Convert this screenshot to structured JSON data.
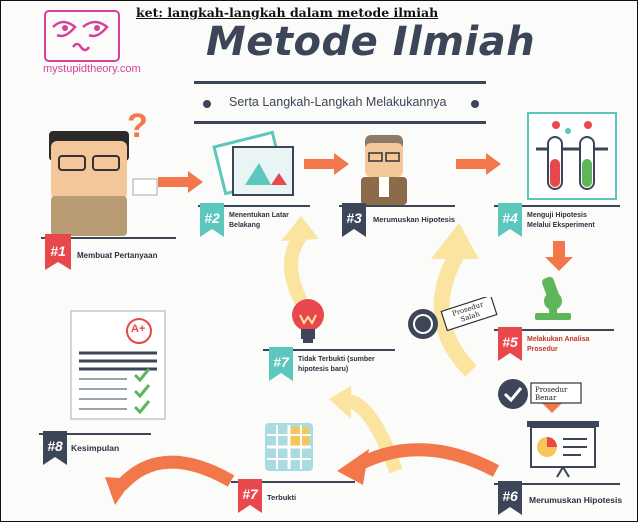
{
  "caption": "ket: langkah-langkah dalam metode ilmiah",
  "logo": {
    "text": "mystupidtheory.com",
    "color": "#d7419a"
  },
  "title": "Metode Ilmiah",
  "subtitle": "Serta Langkah-Langkah Melakukannya",
  "colors": {
    "red": "#e8474b",
    "teal": "#5bc7bd",
    "dark": "#3c4658",
    "orange": "#f2784b",
    "yellow": "#fbe3a0",
    "green": "#5fb55a"
  },
  "steps": [
    {
      "badge": "#1",
      "label": "Membuat Pertanyaan"
    },
    {
      "badge": "#2",
      "label": "Menentukan Latar Belakang"
    },
    {
      "badge": "#3",
      "label": "Merumuskan Hipotesis"
    },
    {
      "badge": "#4",
      "label": "Menguji Hipotesis Melalui Eksperiment"
    },
    {
      "badge": "#5",
      "label": "Melakukan Analisa Prosedur"
    },
    {
      "badge": "#6",
      "label": "Merumuskan Hipotesis"
    },
    {
      "badge": "#7",
      "label": "Terbukti"
    },
    {
      "badge": "#7",
      "label": "Tidak Terbukti (sumber hipotesis baru)"
    },
    {
      "badge": "#8",
      "label": "Kesimpulan"
    }
  ],
  "notes": {
    "salah": "Prosedur Salah",
    "benar": "Prosedur Benar"
  },
  "grade": "A+"
}
